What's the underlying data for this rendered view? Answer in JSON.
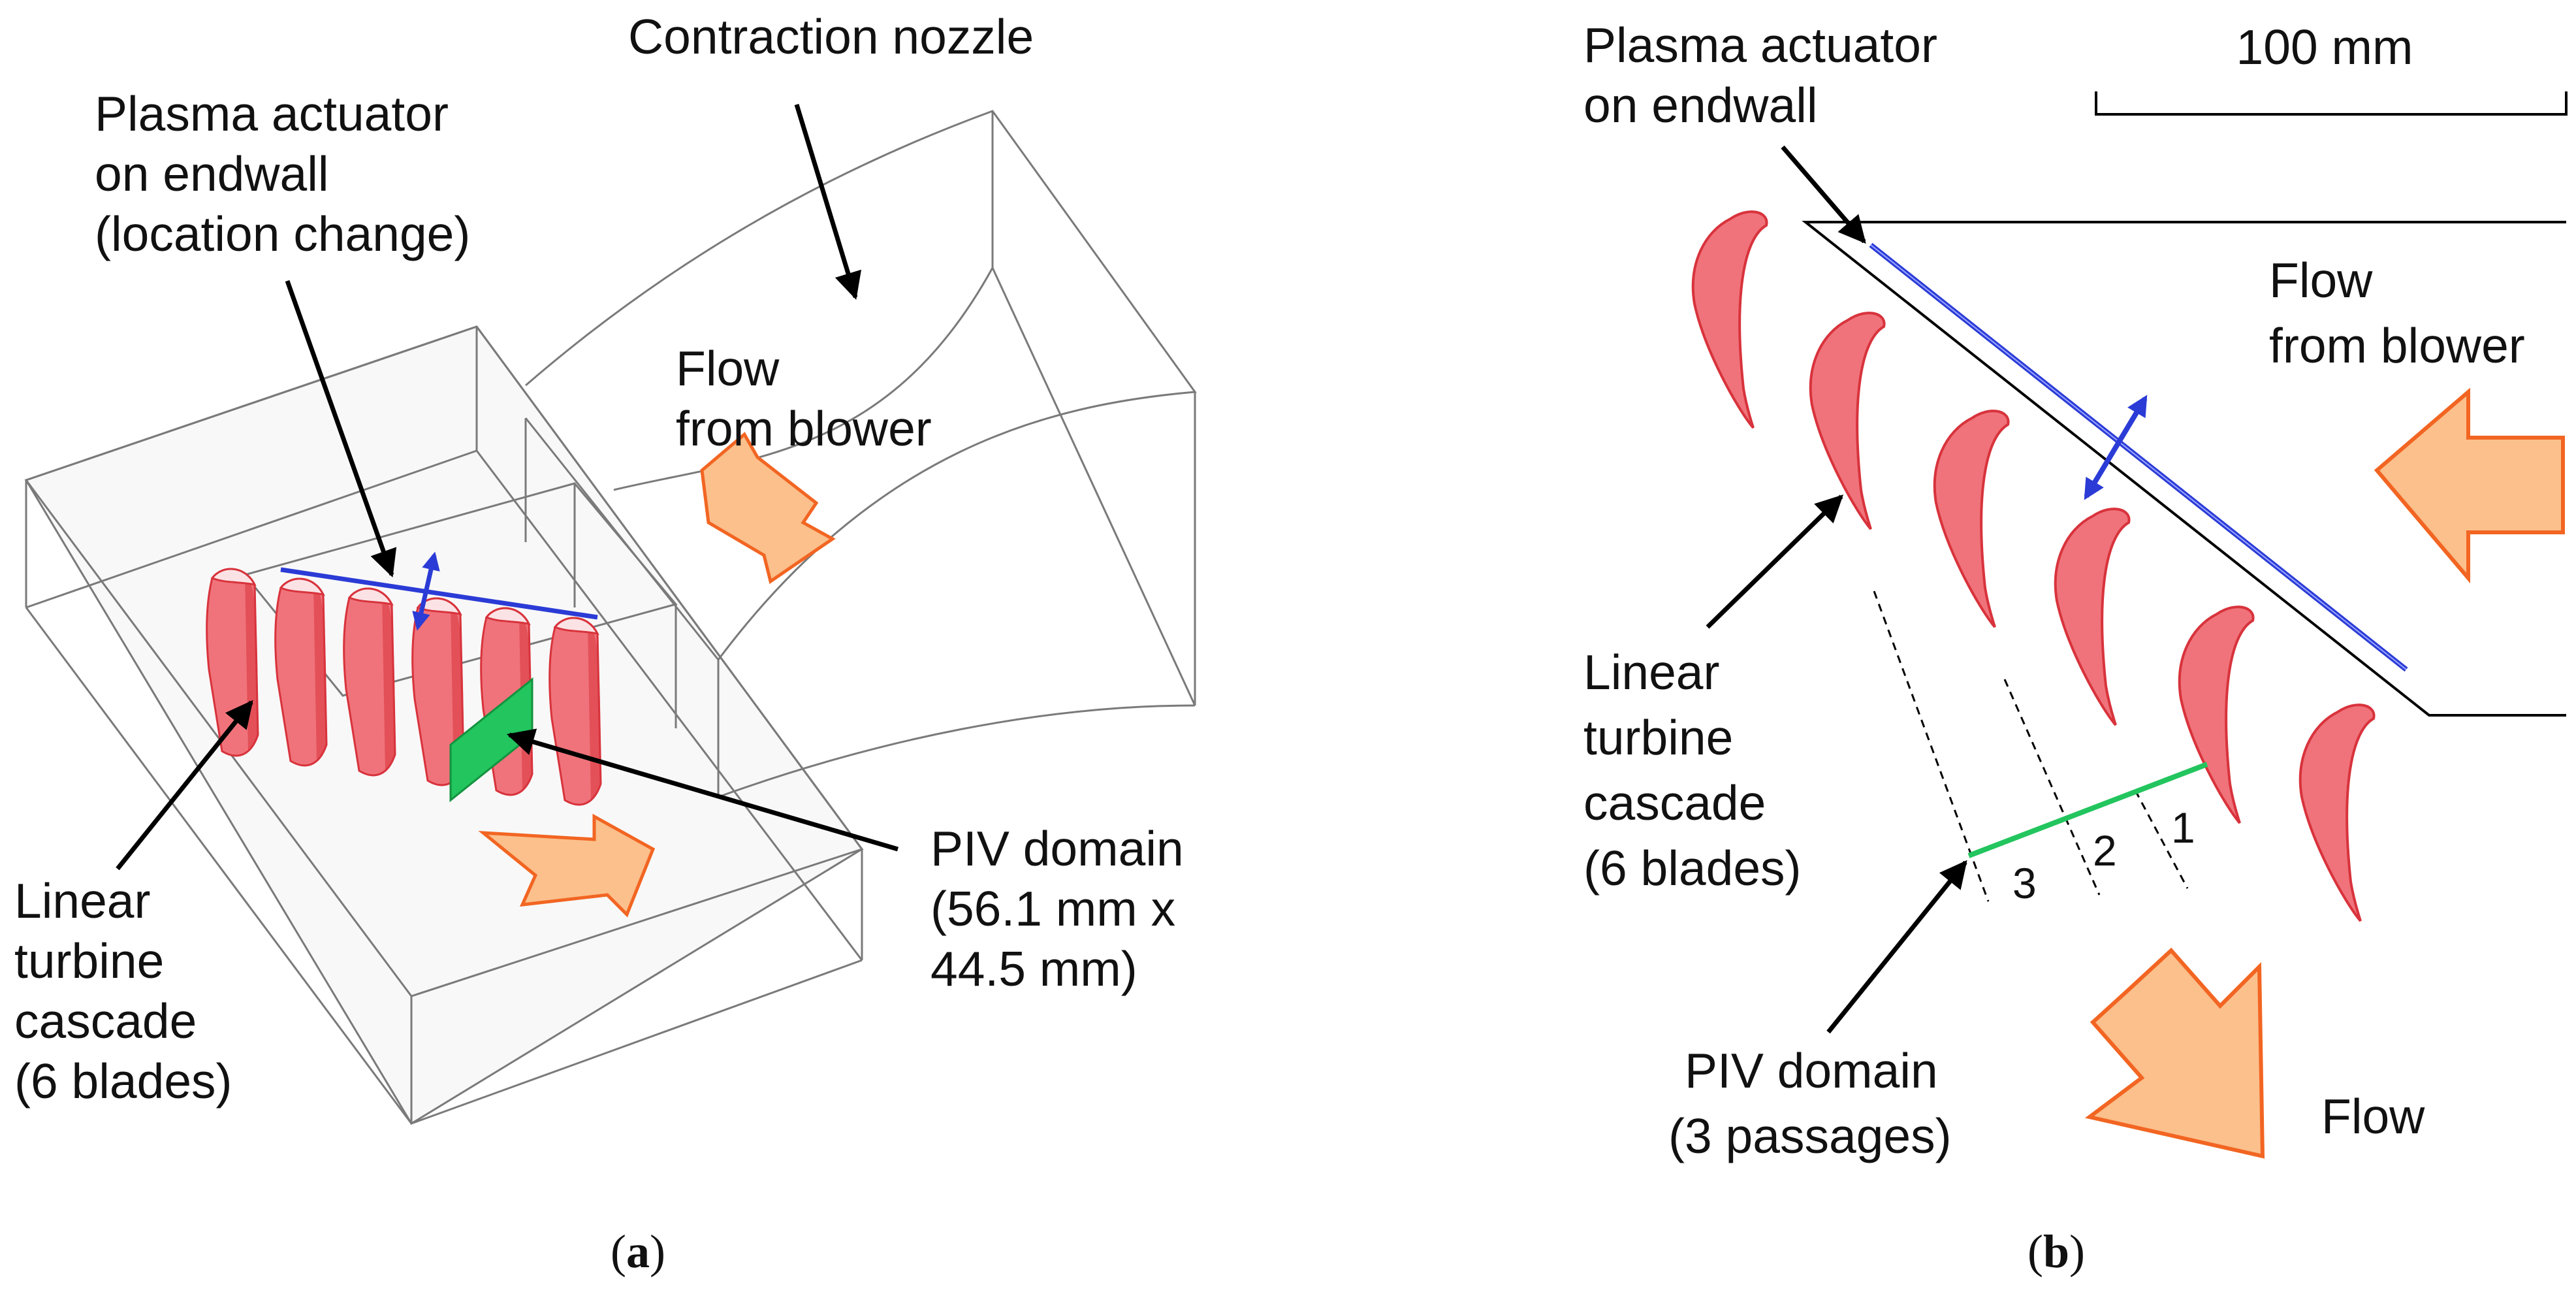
{
  "colors": {
    "blade_fill": "#f0737b",
    "blade_dark": "#d8333c",
    "arrow_fill": "#fbc08c",
    "arrow_edge": "#f26522",
    "actuator": "#2b3bd6",
    "piv": "#22c55e"
  },
  "panel_a": {
    "contraction_nozzle": "Contraction nozzle",
    "actuator_label": [
      "Plasma actuator",
      "on endwall",
      "(location change)"
    ],
    "flow_label": [
      "Flow",
      "from blower"
    ],
    "cascade_label": [
      "Linear",
      "turbine",
      "cascade",
      "(6 blades)"
    ],
    "piv_label": [
      "PIV domain",
      "(56.1 mm x",
      "44.5 mm)"
    ],
    "caption_open": "(",
    "caption_letter": "a",
    "caption_close": ")"
  },
  "panel_b": {
    "actuator_label": [
      "Plasma actuator",
      "on endwall"
    ],
    "scale_label": "100 mm",
    "flow_label": [
      "Flow",
      "from blower"
    ],
    "cascade_label": [
      "Linear",
      "turbine",
      "cascade",
      "(6 blades)"
    ],
    "piv_label": [
      "PIV domain",
      "(3 passages)"
    ],
    "passages": [
      "1",
      "2",
      "3"
    ],
    "outflow_label": "Flow",
    "caption_open": "(",
    "caption_letter": "b",
    "caption_close": ")"
  }
}
